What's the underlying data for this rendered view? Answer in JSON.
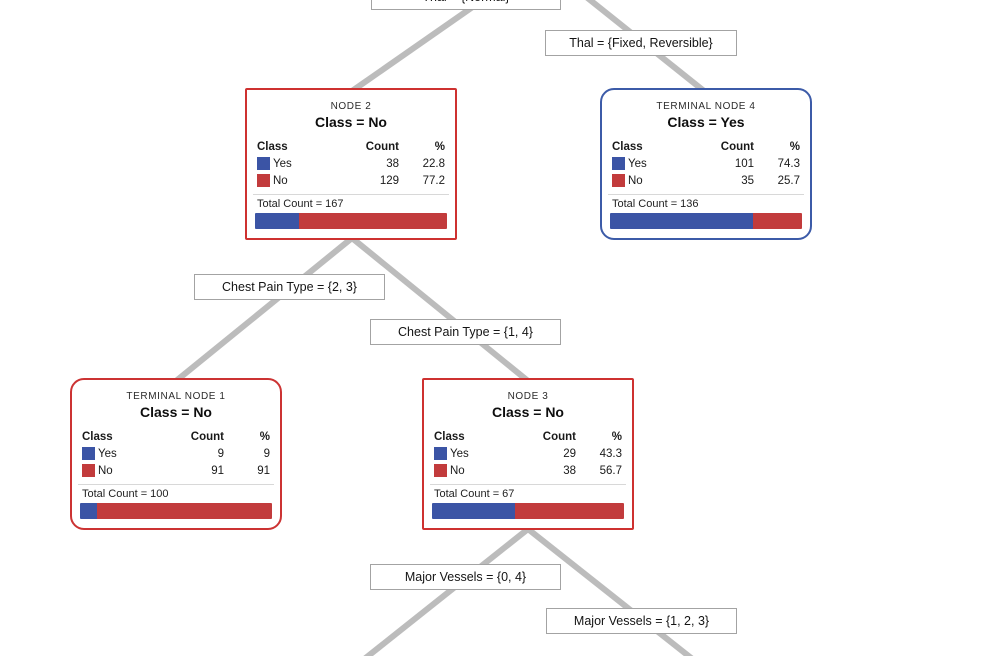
{
  "colors": {
    "yes-fill": "#3B54A5",
    "no-fill": "#C23B3C",
    "internal-border": "#CE3130",
    "terminal-no-border": "#CC3333",
    "terminal-yes-border": "#3C5BA8",
    "edge-line": "#BCBCBC"
  },
  "edge_labels": {
    "thal_normal": "Thal = {Normal}",
    "thal_fixed_reversible": "Thal = {Fixed, Reversible}",
    "chest_pain_23": "Chest Pain Type = {2, 3}",
    "chest_pain_14": "Chest Pain Type = {1, 4}",
    "major_vessels_04": "Major Vessels = {0, 4}",
    "major_vessels_123": "Major Vessels = {1, 2, 3}"
  },
  "nodes": [
    {
      "title": "NODE 2",
      "class_label": "Class = No",
      "headers": {
        "class": "Class",
        "count": "Count",
        "pct": "%"
      },
      "rows": [
        {
          "label": "Yes",
          "count": "38",
          "pct": "22.8",
          "bar_pct": 22.8
        },
        {
          "label": "No",
          "count": "129",
          "pct": "77.2",
          "bar_pct": 77.2
        }
      ],
      "total": "Total Count = 167"
    },
    {
      "title": "TERMINAL NODE 4",
      "class_label": "Class = Yes",
      "headers": {
        "class": "Class",
        "count": "Count",
        "pct": "%"
      },
      "rows": [
        {
          "label": "Yes",
          "count": "101",
          "pct": "74.3",
          "bar_pct": 74.3
        },
        {
          "label": "No",
          "count": "35",
          "pct": "25.7",
          "bar_pct": 25.7
        }
      ],
      "total": "Total Count = 136"
    },
    {
      "title": "TERMINAL NODE 1",
      "class_label": "Class = No",
      "headers": {
        "class": "Class",
        "count": "Count",
        "pct": "%"
      },
      "rows": [
        {
          "label": "Yes",
          "count": "9",
          "pct": "9",
          "bar_pct": 9
        },
        {
          "label": "No",
          "count": "91",
          "pct": "91",
          "bar_pct": 91
        }
      ],
      "total": "Total Count = 100"
    },
    {
      "title": "NODE 3",
      "class_label": "Class = No",
      "headers": {
        "class": "Class",
        "count": "Count",
        "pct": "%"
      },
      "rows": [
        {
          "label": "Yes",
          "count": "29",
          "pct": "43.3",
          "bar_pct": 43.3
        },
        {
          "label": "No",
          "count": "38",
          "pct": "56.7",
          "bar_pct": 56.7
        }
      ],
      "total": "Total Count = 67"
    }
  ]
}
